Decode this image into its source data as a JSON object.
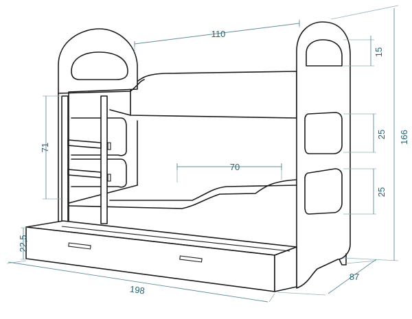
{
  "diagram": {
    "colors": {
      "outline": "#1a1a1a",
      "dimension": "#1f6675",
      "dimension_line": "#5a8d99",
      "background": "#ffffff"
    },
    "dimensions": {
      "top_width": "110",
      "upper_slot_height": "15",
      "total_height": "166",
      "ladder_height": "71",
      "middle_slot_height": "25",
      "lower_slot_height": "25",
      "bed_length": "70",
      "drawer_height": "22,5",
      "total_length": "198",
      "depth": "87"
    }
  }
}
